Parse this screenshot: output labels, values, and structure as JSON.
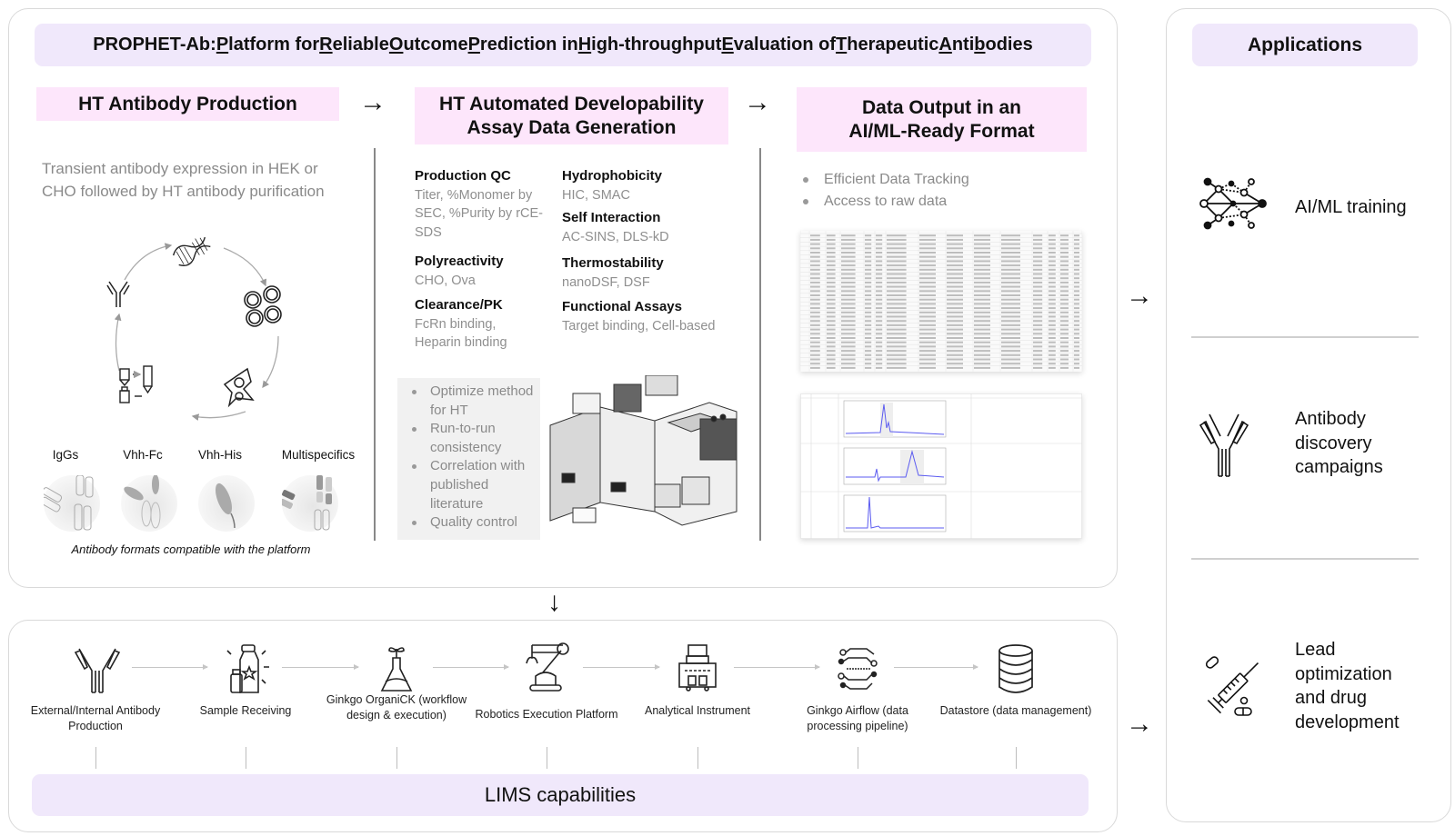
{
  "title": {
    "segments": [
      {
        "text": "PROPHET-Ab: ",
        "u": false
      },
      {
        "text": "P",
        "u": true
      },
      {
        "text": "latform for ",
        "u": false
      },
      {
        "text": "R",
        "u": true
      },
      {
        "text": "eliable ",
        "u": false
      },
      {
        "text": "O",
        "u": true
      },
      {
        "text": "utcome ",
        "u": false
      },
      {
        "text": "P",
        "u": true
      },
      {
        "text": "rediction in ",
        "u": false
      },
      {
        "text": "H",
        "u": true
      },
      {
        "text": "igh-throughput ",
        "u": false
      },
      {
        "text": "E",
        "u": true
      },
      {
        "text": "valuation of ",
        "u": false
      },
      {
        "text": "T",
        "u": true
      },
      {
        "text": "herapeutic ",
        "u": false
      },
      {
        "text": "A",
        "u": true
      },
      {
        "text": "nti",
        "u": false
      },
      {
        "text": "b",
        "u": true
      },
      {
        "text": "odies",
        "u": false
      }
    ]
  },
  "stages": {
    "production": {
      "heading": "HT Antibody Production",
      "description": "Transient antibody expression in HEK or CHO followed by HT antibody purification",
      "cycle_icons": [
        "dna-icon",
        "cells-icon",
        "host-cell-icon",
        "purification-icon",
        "antibody-icon"
      ],
      "formats": [
        "IgGs",
        "Vhh-Fc",
        "Vhh-His",
        "Multispecifics"
      ],
      "formats_caption": "Antibody formats compatible with the platform"
    },
    "assays": {
      "heading_line1": "HT Automated Developability",
      "heading_line2": "Assay Data Generation",
      "left": [
        {
          "title": "Production QC",
          "desc": "Titer, %Monomer by SEC, %Purity by rCE-SDS"
        },
        {
          "title": "Polyreactivity",
          "desc": "CHO, Ova"
        },
        {
          "title": "Clearance/PK",
          "desc": "FcRn binding, Heparin binding"
        }
      ],
      "right": [
        {
          "title": "Hydrophobicity",
          "desc": "HIC, SMAC"
        },
        {
          "title": "Self Interaction",
          "desc": "AC-SINS, DLS-kD"
        },
        {
          "title": "Thermostability",
          "desc": "nanoDSF, DSF"
        },
        {
          "title": "Functional Assays",
          "desc": "Target binding, Cell-based"
        }
      ],
      "bullets": [
        "Optimize method for HT",
        "Run-to-run consistency",
        "Correlation with published literature",
        "Quality control"
      ]
    },
    "output": {
      "heading_line1": "Data Output in an",
      "heading_line2": "AI/ML-Ready Format",
      "bullets": [
        "Efficient Data Tracking",
        "Access to raw data"
      ]
    }
  },
  "applications": {
    "heading": "Applications",
    "items": [
      {
        "icon": "neural-network-icon",
        "label": "AI/ML training"
      },
      {
        "icon": "antibody-icon",
        "label": "Antibody discovery campaigns"
      },
      {
        "icon": "syringe-pills-icon",
        "label": "Lead optimization and drug development"
      }
    ]
  },
  "workflow": {
    "steps": [
      {
        "icon": "antibody-icon",
        "label": "External/Internal Antibody Production",
        "lims_dir": "up"
      },
      {
        "icon": "sample-bottles-icon",
        "label": "Sample Receiving",
        "lims_dir": "down"
      },
      {
        "icon": "flask-sprout-icon",
        "label": "Ginkgo OrganiCK (workflow design & execution)",
        "lims_dir": "both"
      },
      {
        "icon": "robot-arm-icon",
        "label": "Robotics Execution Platform",
        "lims_dir": "up"
      },
      {
        "icon": "instrument-icon",
        "label": "Analytical Instrument",
        "lims_dir": "both"
      },
      {
        "icon": "pipeline-icon",
        "label": "Ginkgo Airflow (data processing pipeline)",
        "lims_dir": "both"
      },
      {
        "icon": "database-icon",
        "label": "Datastore (data management)",
        "lims_dir": "both"
      }
    ],
    "lims_label": "LIMS capabilities"
  },
  "colors": {
    "lavender": "#f0e8fb",
    "pink": "#fde6fb",
    "gray_text": "#8a8a8a",
    "chromatogram_line": "#5b5bf0"
  }
}
